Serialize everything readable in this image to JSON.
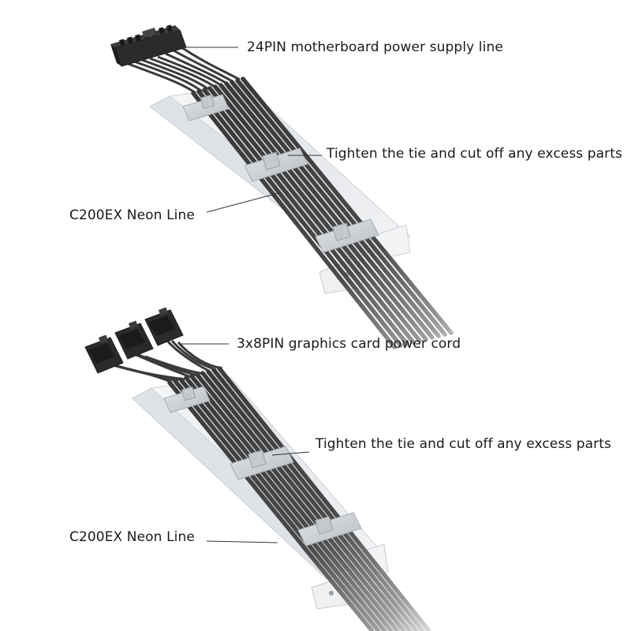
{
  "callouts": {
    "top_connector": "24PIN motherboard power supply line",
    "top_tie": "Tighten the tie and cut off any excess parts",
    "top_neon": "C200EX Neon Line",
    "bottom_connector": "3x8PIN graphics card power cord",
    "bottom_tie": "Tighten the tie and cut off any excess parts",
    "bottom_neon": "C200EX Neon Line"
  },
  "colors": {
    "cable": "#3a3a3a",
    "connector": "#2b2b2b",
    "comb": "#e9ecef",
    "tie": "#cfd3d6",
    "leader_line": "#333333",
    "text": "#1a1a1a"
  }
}
